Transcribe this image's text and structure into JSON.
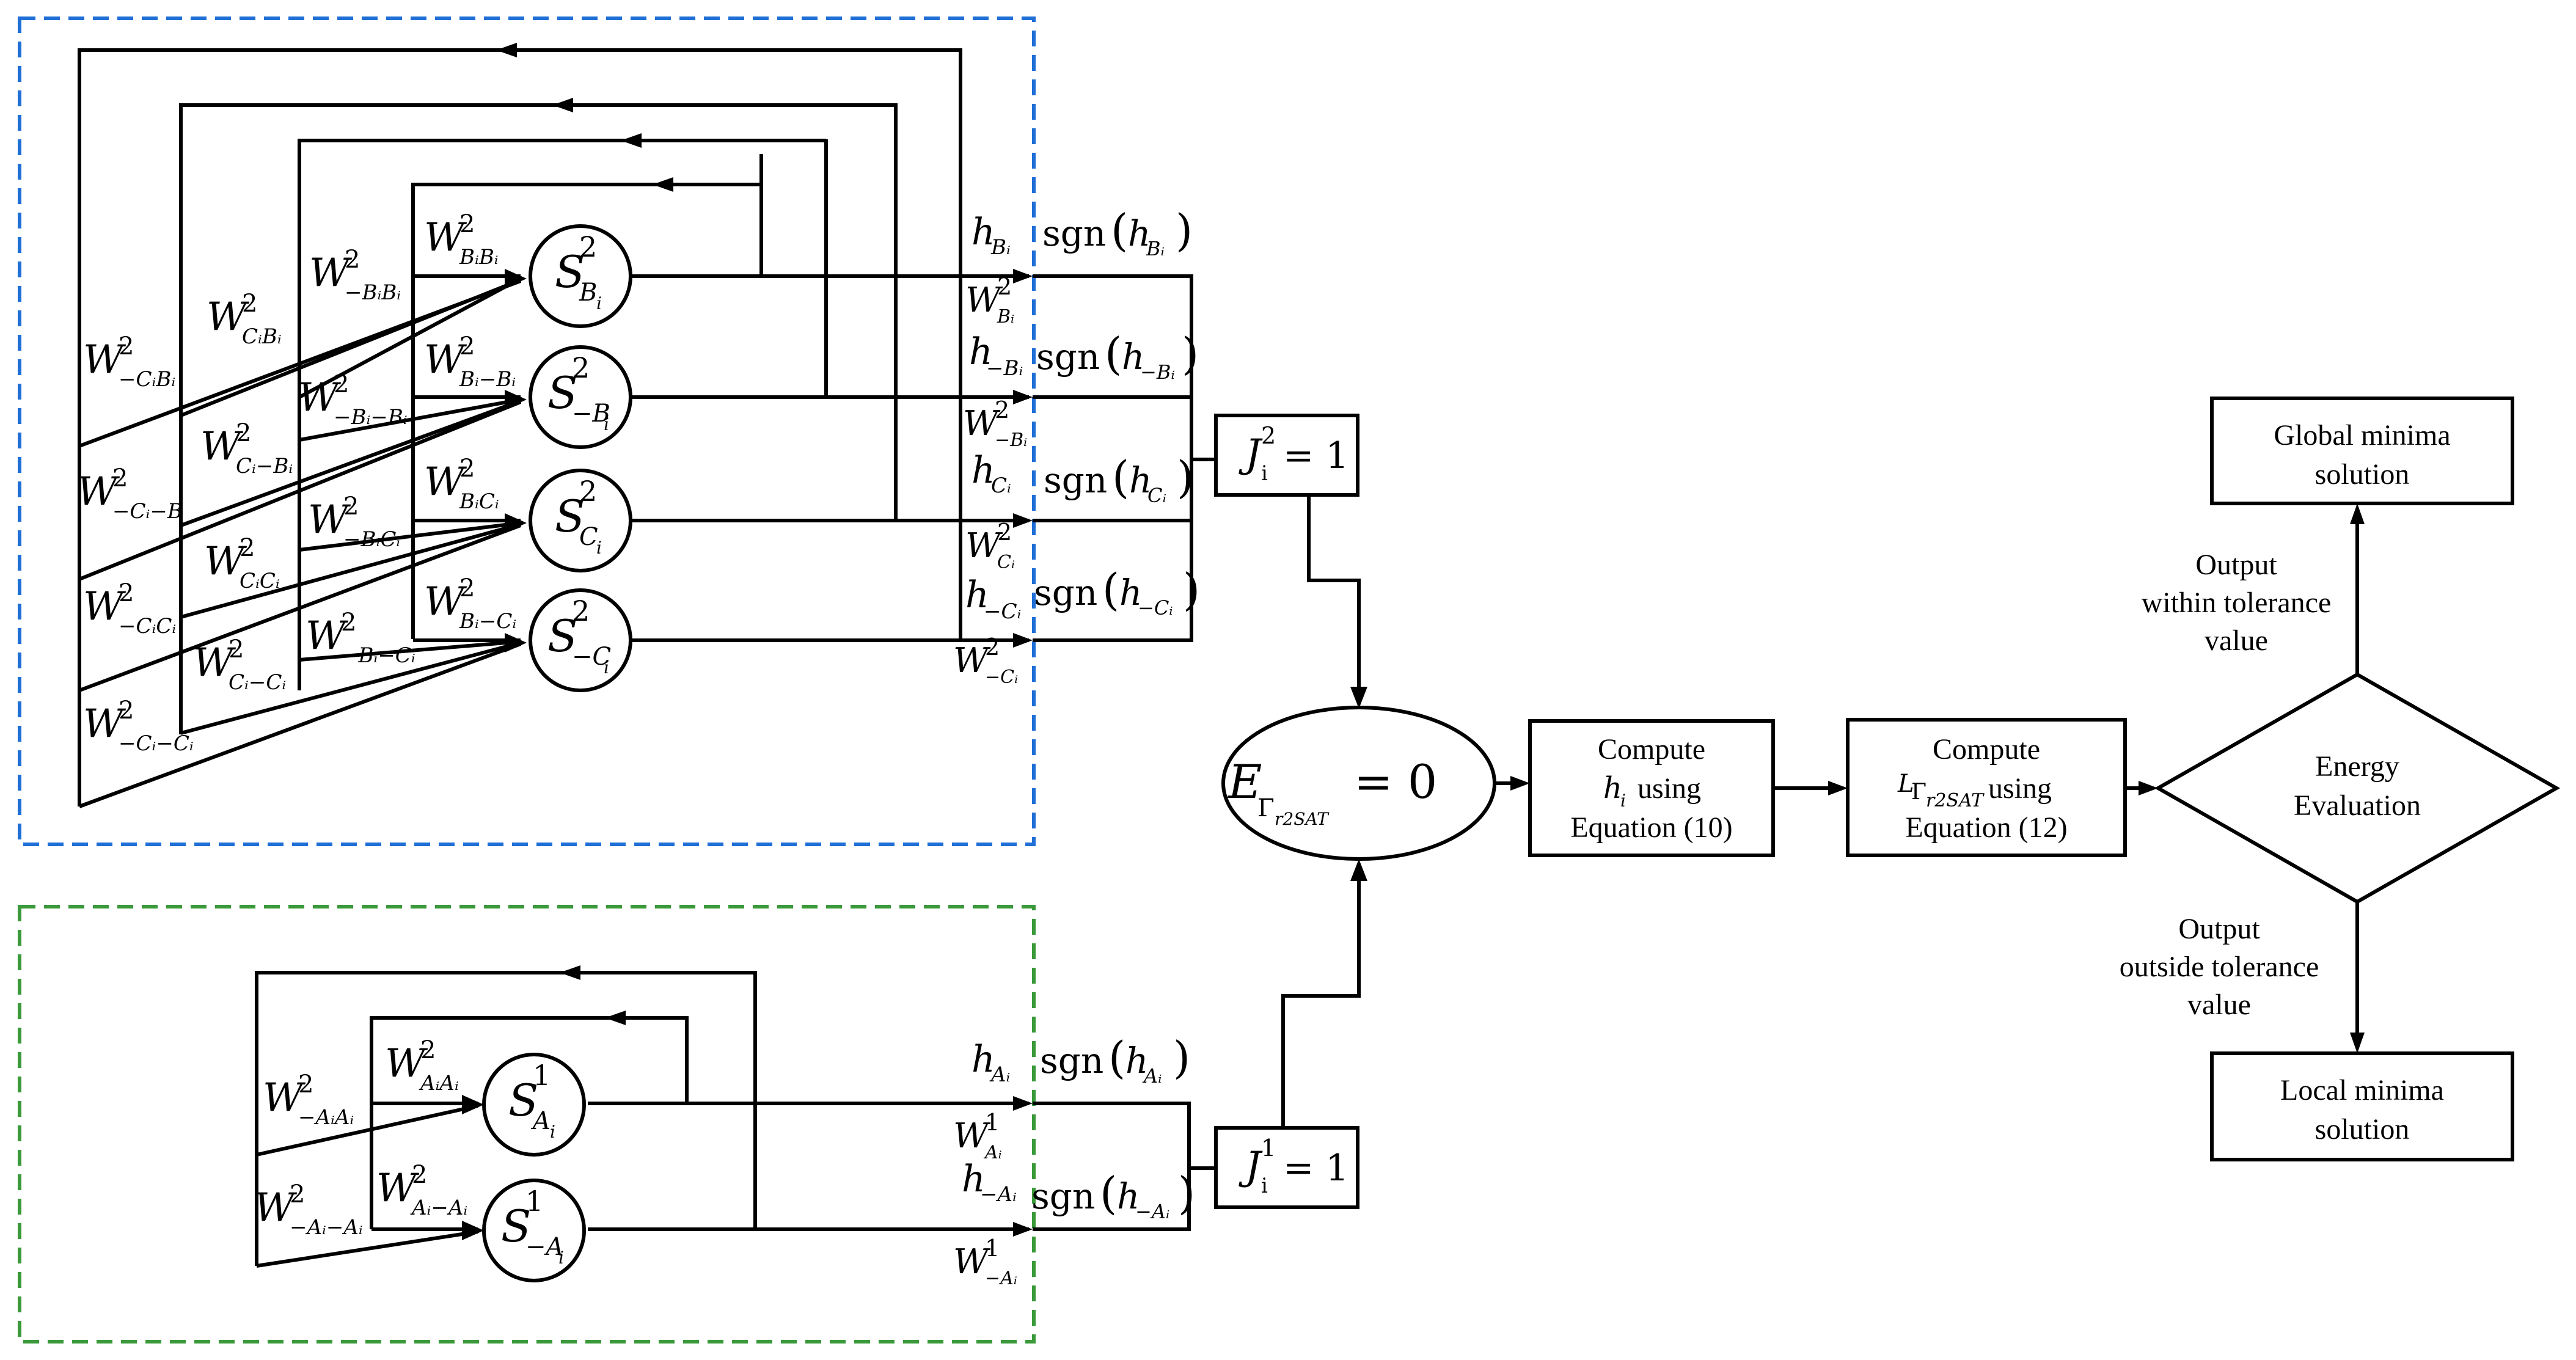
{
  "neurons": {
    "b": {
      "sym": "S",
      "sub": "B",
      "subsub": "i",
      "sup": "2"
    },
    "nb": {
      "sym": "S",
      "sub": "−B",
      "subsub": "i",
      "sup": "2"
    },
    "c": {
      "sym": "S",
      "sub": "C",
      "subsub": "i",
      "sup": "2"
    },
    "nc": {
      "sym": "S",
      "sub": "−C",
      "subsub": "i",
      "sup": "2"
    },
    "a": {
      "sym": "S",
      "sub": "A",
      "subsub": "i",
      "sup": "1"
    },
    "na": {
      "sym": "S",
      "sub": "−A",
      "subsub": "i",
      "sup": "1"
    }
  },
  "weights_second_order": {
    "w1": {
      "sup": "2",
      "sub": "BᵢBᵢ"
    },
    "w2": {
      "sup": "2",
      "sub": "−BᵢBᵢ"
    },
    "w3": {
      "sup": "2",
      "sub": "CᵢBᵢ"
    },
    "w4": {
      "sup": "2",
      "sub": "−CᵢBᵢ"
    },
    "w5": {
      "sup": "2",
      "sub": "Bᵢ−Bᵢ"
    },
    "w6": {
      "sup": "2",
      "sub": "−Bᵢ−Bᵢ"
    },
    "w7": {
      "sup": "2",
      "sub": "Cᵢ−Bᵢ"
    },
    "w8": {
      "sup": "2",
      "sub": "−Cᵢ−B"
    },
    "w9": {
      "sup": "2",
      "sub": "BᵢCᵢ"
    },
    "w10": {
      "sup": "2",
      "sub": "−BᵢCᵢ"
    },
    "w11": {
      "sup": "2",
      "sub": "CᵢCᵢ"
    },
    "w12": {
      "sup": "2",
      "sub": "−CᵢCᵢ"
    },
    "w13": {
      "sup": "2",
      "sub": "Bᵢ−Cᵢ"
    },
    "w14": {
      "sup": "2",
      "sub": "−Bᵢ−Cᵢ"
    },
    "w15": {
      "sup": "2",
      "sub": "Cᵢ−Cᵢ"
    },
    "w16": {
      "sup": "2",
      "sub": "−Cᵢ−Cᵢ"
    }
  },
  "weights_first_order": {
    "a1": {
      "sup": "2",
      "sub": "AᵢAᵢ"
    },
    "a2": {
      "sup": "2",
      "sub": "−AᵢAᵢ"
    },
    "a3": {
      "sup": "2",
      "sub": "Aᵢ−Aᵢ"
    },
    "a4": {
      "sup": "2",
      "sub": "−Aᵢ−Aᵢ"
    }
  },
  "outputs_upper": [
    {
      "h": "h",
      "hsub": "Bᵢ",
      "sgn": "sgn",
      "arg": "h",
      "argsub": "Bᵢ",
      "w": "W",
      "wsup": "2",
      "wsub": "Bᵢ"
    },
    {
      "h": "h",
      "hsub": "−Bᵢ",
      "sgn": "sgn",
      "arg": "h",
      "argsub": "−Bᵢ",
      "w": "W",
      "wsup": "2",
      "wsub": "−Bᵢ"
    },
    {
      "h": "h",
      "hsub": "Cᵢ",
      "sgn": "sgn",
      "arg": "h",
      "argsub": "Cᵢ",
      "w": "W",
      "wsup": "2",
      "wsub": "Cᵢ"
    },
    {
      "h": "h",
      "hsub": "−Cᵢ",
      "sgn": "sgn",
      "arg": "h",
      "argsub": "−Cᵢ",
      "w": "W",
      "wsup": "2",
      "wsub": "−Cᵢ"
    }
  ],
  "outputs_lower": [
    {
      "h": "h",
      "hsub": "Aᵢ",
      "sgn": "sgn",
      "arg": "h",
      "argsub": "Aᵢ",
      "w": "W",
      "wsup": "1",
      "wsub": "Aᵢ"
    },
    {
      "h": "h",
      "hsub": "−Aᵢ",
      "sgn": "sgn",
      "arg": "h",
      "argsub": "−Aᵢ",
      "w": "W",
      "wsup": "1",
      "wsub": "−Aᵢ"
    }
  ],
  "junction_upper": {
    "sym": "J",
    "sub": "i",
    "sup": "2",
    "eq": "= 1"
  },
  "junction_lower": {
    "sym": "J",
    "sub": "i",
    "sup": "1",
    "eq": "= 1"
  },
  "energy": {
    "sym": "E",
    "sub": "Γ",
    "subsub": "r2SAT",
    "eq": "= 0"
  },
  "compute_h": {
    "line1": "Compute",
    "sym": "h",
    "sub": "i",
    "after": "using",
    "line3": "Equation (10)"
  },
  "compute_l": {
    "line1": "Compute",
    "sym": "L",
    "sub": "Γ",
    "subsub": "r2SAT",
    "after": "using",
    "line3": "Equation (12)"
  },
  "decision": {
    "line1": "Energy",
    "line2": "Evaluation"
  },
  "global": {
    "line1": "Global minima",
    "line2": "solution"
  },
  "local": {
    "line1": "Local minima",
    "line2": "solution"
  },
  "out_within": {
    "line1": "Output",
    "line2": "within tolerance",
    "line3": "value"
  },
  "out_outside": {
    "line1": "Output",
    "line2": "outside tolerance",
    "line3": "value"
  }
}
